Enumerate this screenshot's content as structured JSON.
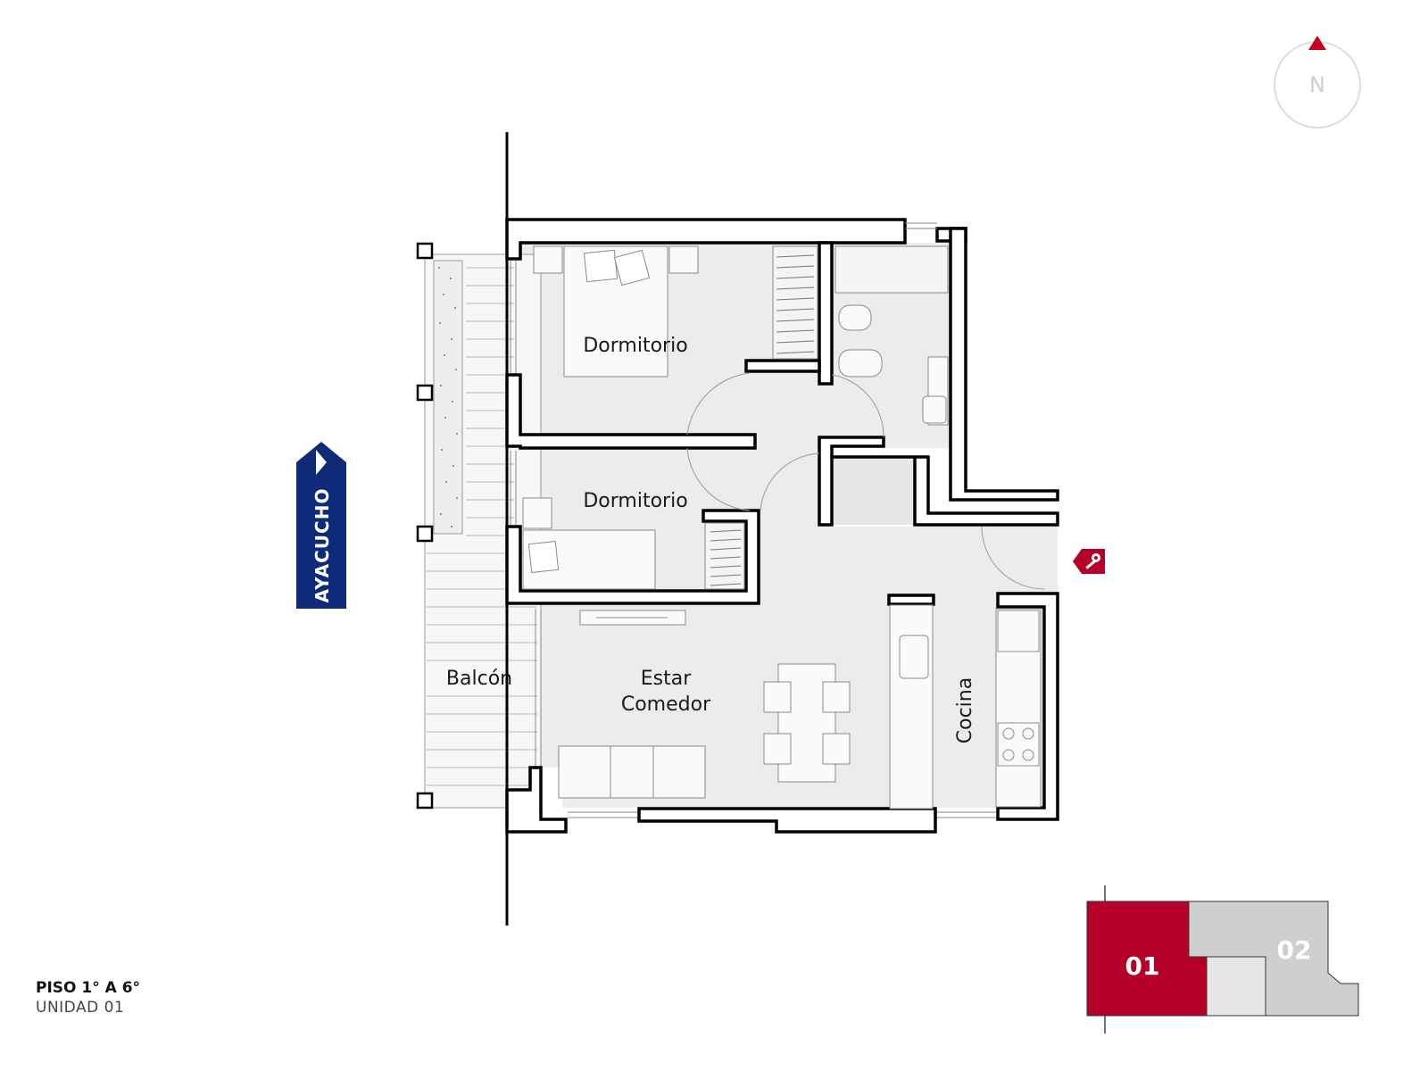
{
  "rooms": {
    "bedroom_1": "Dormitorio",
    "bedroom_2": "Dormitorio",
    "balcony": "Balcón",
    "living_line1": "Estar",
    "living_line2": "Comedor",
    "kitchen": "Cocina"
  },
  "street": "AYACUCHO",
  "compass": {
    "label": "N",
    "icon": "north-arrow-icon"
  },
  "entrance": {
    "icon": "key-icon"
  },
  "key_plan": {
    "unit_selected": "01",
    "unit_other": "02"
  },
  "caption": {
    "floors": "PISO 1° A 6°",
    "unit": "UNIDAD 01"
  },
  "colors": {
    "accent_red": "#b5002a",
    "street_blue": "#0f2a78",
    "wall": "#000000",
    "floor_gray": "#ececec",
    "key_plan_gray": "#cfcfcf"
  }
}
